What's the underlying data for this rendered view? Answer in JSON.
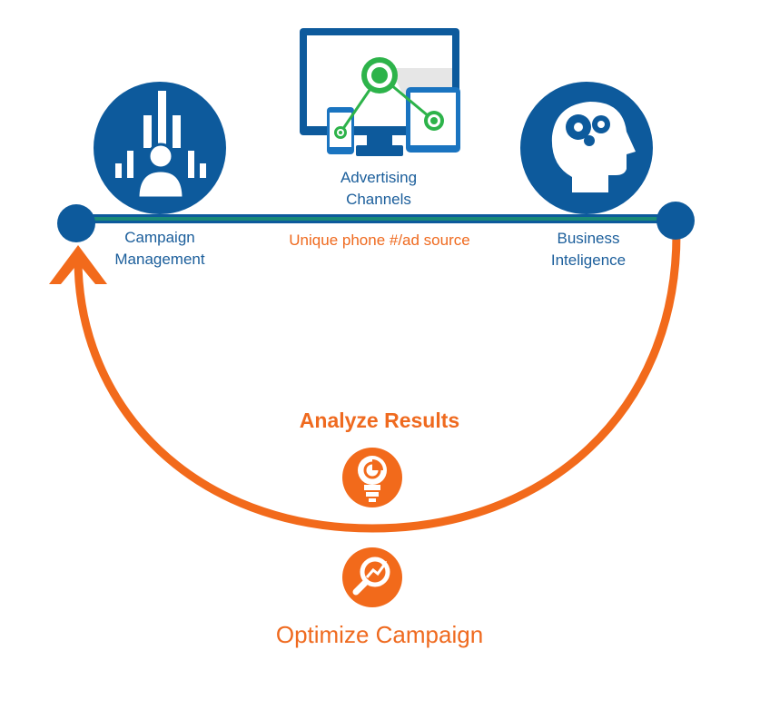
{
  "nodes": {
    "campaign": {
      "line1": "Campaign",
      "line2": "Management"
    },
    "advertising": {
      "line1": "Advertising",
      "line2": "Channels"
    },
    "business": {
      "line1": "Business",
      "line2": "Inteligence"
    }
  },
  "connector_label": "Unique phone #/ad source",
  "loop": {
    "analyze_label": "Analyze Results",
    "optimize_label": "Optimize Campaign"
  },
  "colors": {
    "blue": "#0d5a9c",
    "teal_line": "#1a8a78",
    "green": "#2db34a",
    "orange": "#f26a1b"
  },
  "icons": {
    "campaign": "person-with-bars-icon",
    "advertising": "devices-network-icon",
    "business": "head-gears-icon",
    "analyze": "lightbulb-pie-chart-icon",
    "optimize": "magnifier-trend-icon"
  }
}
